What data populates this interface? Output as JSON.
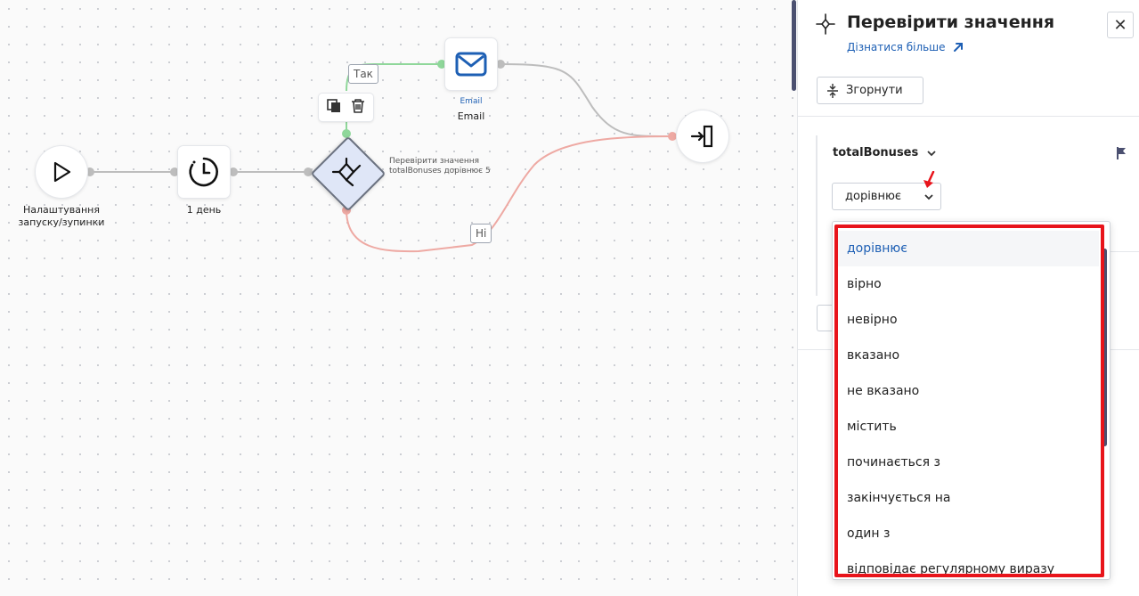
{
  "canvas": {
    "nodes": {
      "start": {
        "label": "Налаштування запуску/зупинки",
        "icon": "play-icon"
      },
      "delay": {
        "label": "1 день",
        "icon": "timer-icon"
      },
      "condition": {
        "label": "Перевірити значення totalBonuses дорівнює 5",
        "icon": "split-icon"
      },
      "email": {
        "sublabel": "Email",
        "label": "Email",
        "icon": "envelope-icon"
      },
      "exit": {
        "icon": "exit-icon"
      }
    },
    "edge_tags": {
      "yes": "Так",
      "no": "Ні"
    },
    "toolbar": {
      "copy_icon": "copy-icon",
      "delete_icon": "trash-icon"
    },
    "colors": {
      "yes_edge": "#8fd79a",
      "no_edge": "#eea9a3",
      "default_edge": "#bdbdbd",
      "diamond_fill": "#dfe6f7"
    }
  },
  "panel": {
    "title": "Перевірити значення",
    "learn_more": "Дізнатися більше",
    "close_icon": "close-icon",
    "collapse_label": "Згорнути",
    "field_name": "totalBonuses",
    "operator_value": "дорівнює"
  },
  "dropdown": {
    "options": [
      "дорівнює",
      "вірно",
      "невірно",
      "вказано",
      "не вказано",
      "містить",
      "починається з",
      "закінчується на",
      "один з",
      "відповідає регулярному виразу"
    ],
    "selected_index": 0,
    "accent": "#1d5fb4",
    "highlight_color": "#e8141b"
  }
}
